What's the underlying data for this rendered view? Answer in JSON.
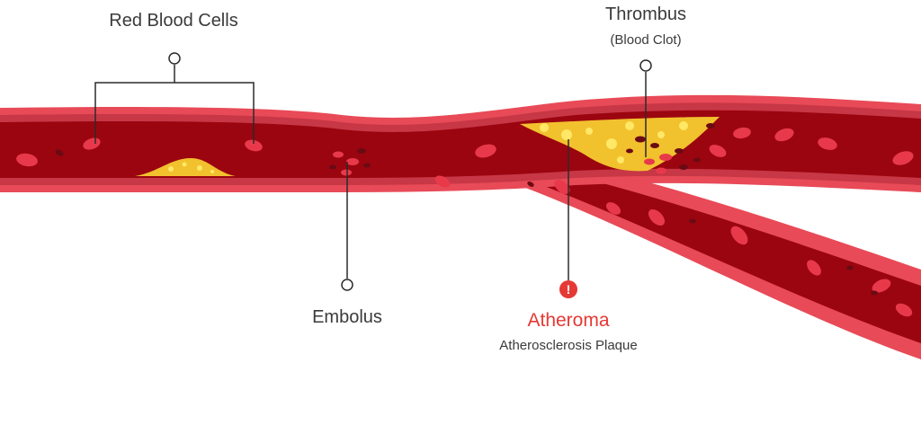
{
  "labels": {
    "red_blood_cells": "Red Blood Cells",
    "thrombus": "Thrombus",
    "thrombus_sub": "(Blood Clot)",
    "embolus": "Embolus",
    "atheroma": "Atheroma",
    "atheroma_sub": "Atherosclerosis Plaque",
    "warning_glyph": "!"
  },
  "colors": {
    "vessel_outer": "#e84a57",
    "vessel_wall_dark": "#c73745",
    "vessel_lumen": "#9b0510",
    "blood_cell": "#e8394a",
    "blood_cell_dark": "#b1212f",
    "plaque_yellow": "#f2c12e",
    "plaque_light": "#ffe866",
    "clot_dark": "#6b0a12",
    "label_text": "#3a3a3a",
    "atheroma_accent": "#e53935",
    "leader_line": "#2b2b2b"
  },
  "icons": {
    "warning": "exclamation-circle-icon"
  }
}
